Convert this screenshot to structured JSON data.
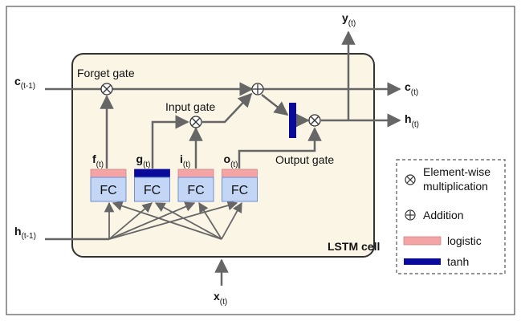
{
  "diagram": {
    "cell_label": "LSTM cell",
    "gate_labels": {
      "forget": "Forget gate",
      "input": "Input gate",
      "output": "Output gate"
    },
    "io": {
      "c_prev": {
        "main": "c",
        "sub": "(t-1)"
      },
      "h_prev": {
        "main": "h",
        "sub": "(t-1)"
      },
      "x": {
        "main": "x",
        "sub": "(t)"
      },
      "y": {
        "main": "y",
        "sub": "(t)"
      },
      "c_out": {
        "main": "c",
        "sub": "(t)"
      },
      "h_out": {
        "main": "h",
        "sub": "(t)"
      }
    },
    "layers": [
      {
        "name": "f",
        "sub": "(t)",
        "box": "FC",
        "activation": "logistic"
      },
      {
        "name": "g",
        "sub": "(t)",
        "box": "FC",
        "activation": "tanh"
      },
      {
        "name": "i",
        "sub": "(t)",
        "box": "FC",
        "activation": "logistic"
      },
      {
        "name": "o",
        "sub": "(t)",
        "box": "FC",
        "activation": "logistic"
      }
    ]
  },
  "legend": {
    "multiply_line1": "Element-wise",
    "multiply_line2": "multiplication",
    "addition": "Addition",
    "logistic": "logistic",
    "tanh": "tanh"
  },
  "colors": {
    "cell_fill": "#fbf5e6",
    "fc_fill": "#c3d6f5",
    "fc_border": "#6f8fd0",
    "logistic": "#f4a4a4",
    "tanh": "#0a0a9a",
    "line": "#666666"
  }
}
